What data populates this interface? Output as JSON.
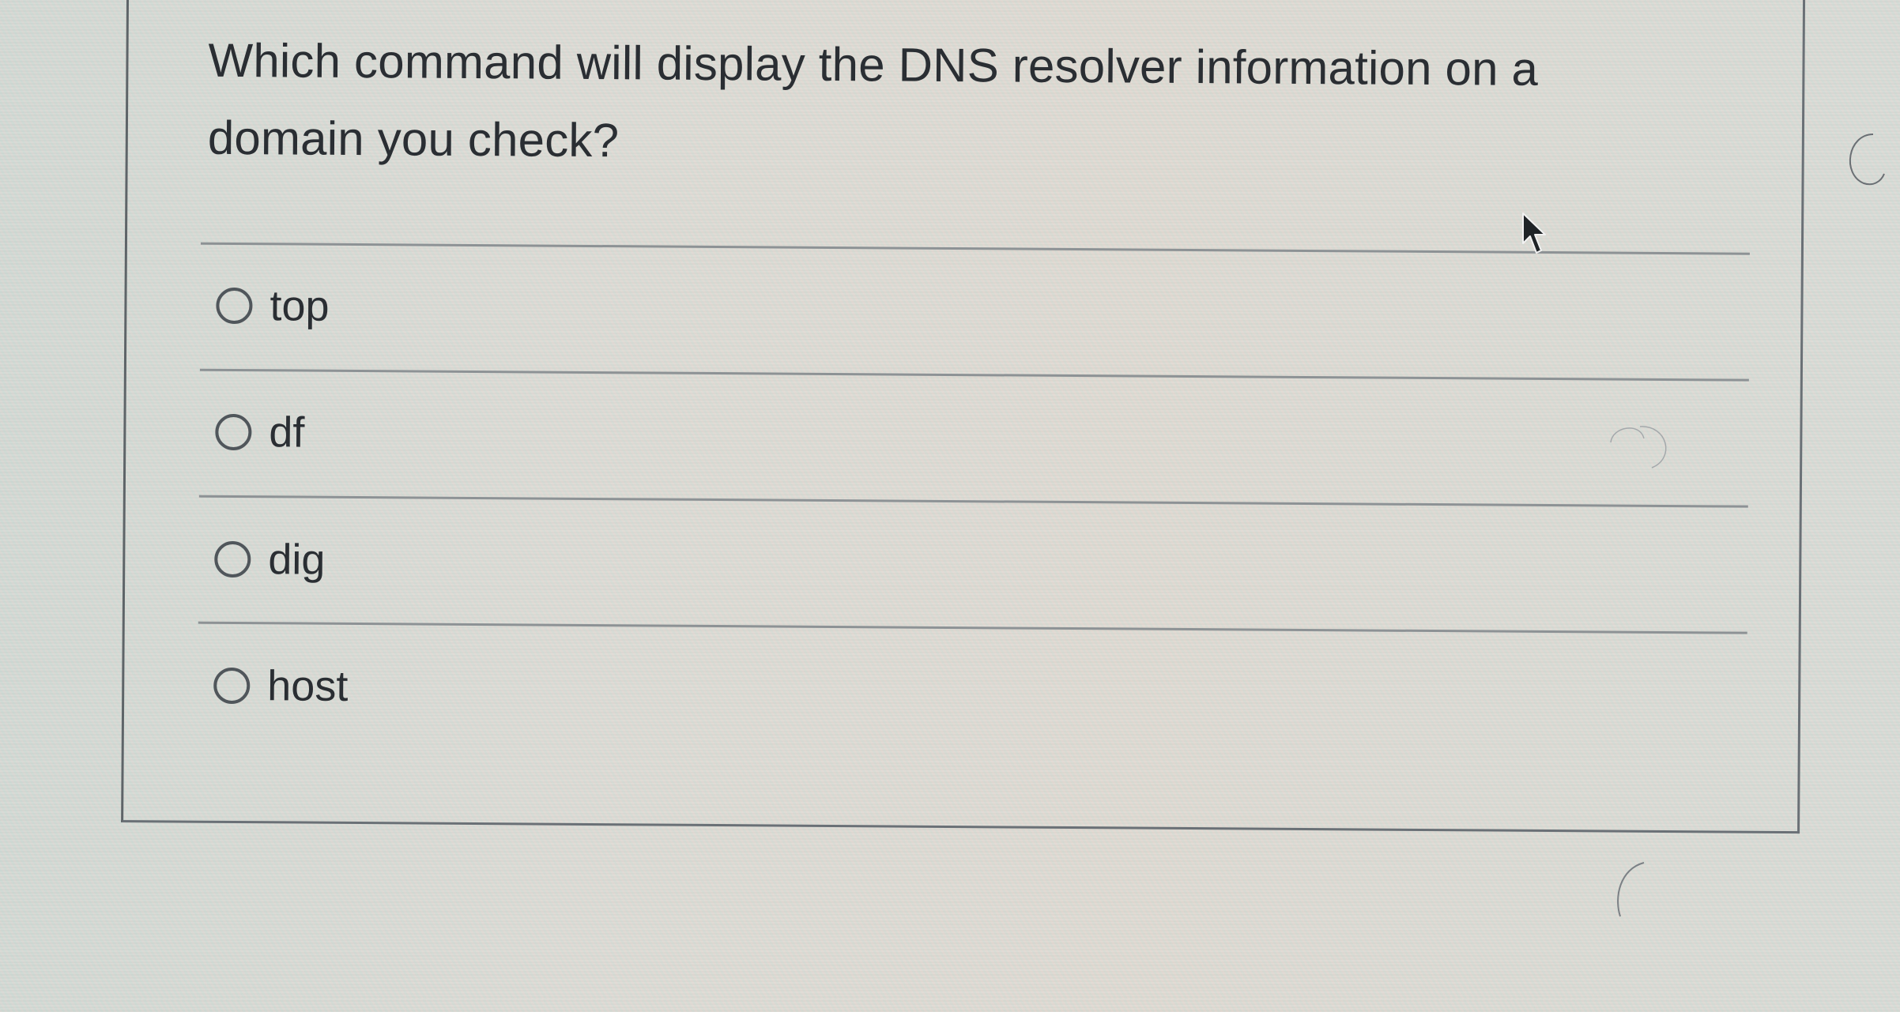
{
  "question": {
    "text": "Which command will display the DNS resolver information on a domain you check?"
  },
  "options": [
    {
      "id": "top",
      "label": "top",
      "selected": false
    },
    {
      "id": "df",
      "label": "df",
      "selected": false
    },
    {
      "id": "dig",
      "label": "dig",
      "selected": false
    },
    {
      "id": "host",
      "label": "host",
      "selected": false
    }
  ],
  "icons": {
    "radio": "radio-unchecked-icon",
    "pointer": "mouse-pointer-icon"
  },
  "colors": {
    "text": "#2a2e33",
    "border": "#6a7076",
    "separator": "#8d9295",
    "background": "#d9dcd6"
  }
}
